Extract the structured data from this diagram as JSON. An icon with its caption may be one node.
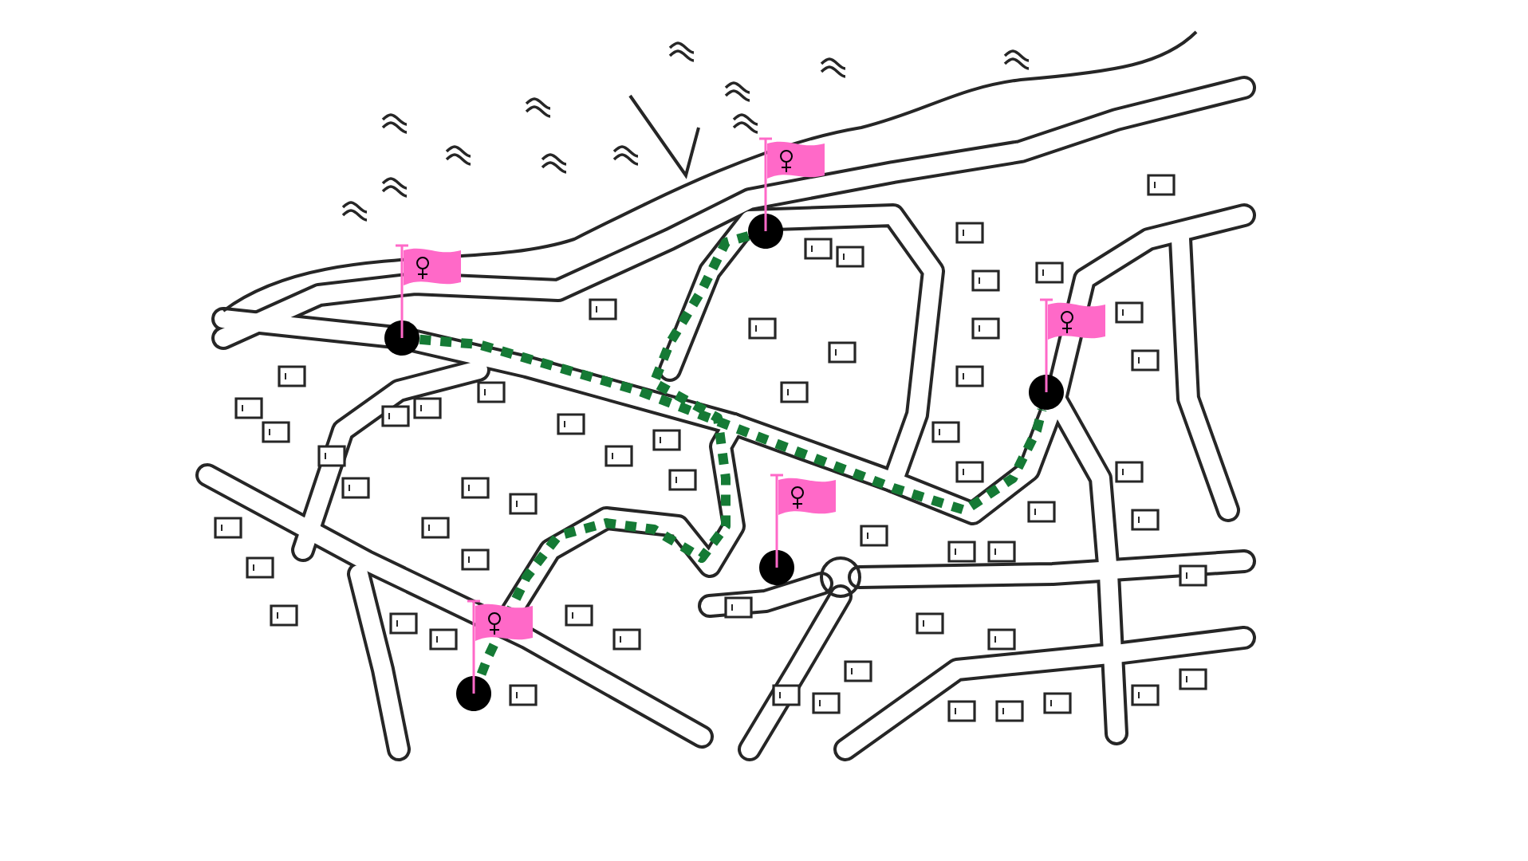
{
  "diagram": {
    "nodes": [
      {
        "text": [],
        "shape": "circle"
      },
      {
        "text": [],
        "shape": "circle"
      },
      {
        "text": [],
        "shape": "circle"
      },
      {
        "text": [],
        "shape": "circle"
      },
      {
        "text": [],
        "shape": "circle"
      }
    ],
    "edges": [
      {
        "from": 1,
        "to": 2,
        "arrow": "none",
        "style": "dashed",
        "color": "#157a35"
      },
      {
        "from": 0,
        "to": 4,
        "arrow": "none",
        "style": "dashed",
        "color": "#157a35"
      }
    ]
  }
}
